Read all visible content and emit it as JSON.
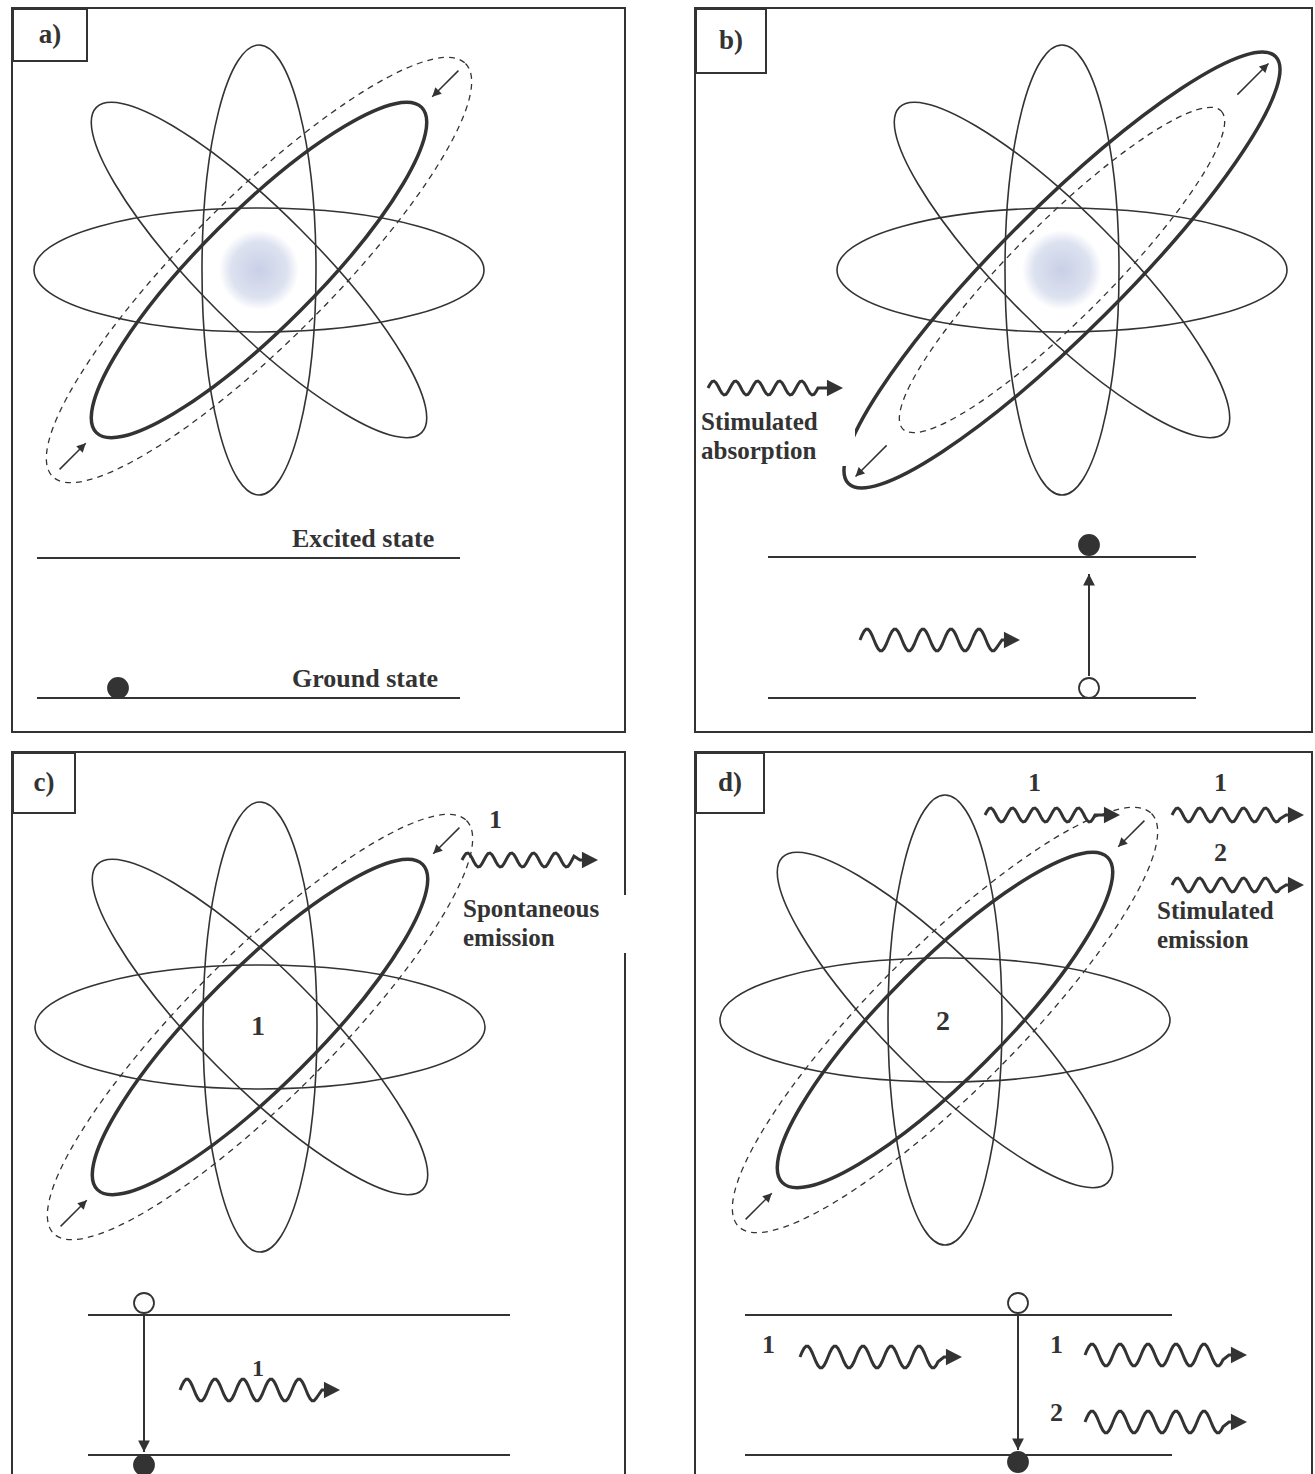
{
  "diagram": {
    "nodes": [
      {
        "text": [
          "a)"
        ]
      },
      {
        "text": [
          "b)"
        ]
      },
      {
        "text": [
          "c)"
        ]
      },
      {
        "text": [
          "d)"
        ]
      }
    ],
    "labels": [
      "Excited state",
      "Ground state",
      "Stimulated absorption",
      "1",
      "1",
      "Spontaneous emission",
      "1",
      "2",
      "1",
      "1",
      "2",
      "Stimulated emission",
      "1",
      "1",
      "2"
    ]
  }
}
